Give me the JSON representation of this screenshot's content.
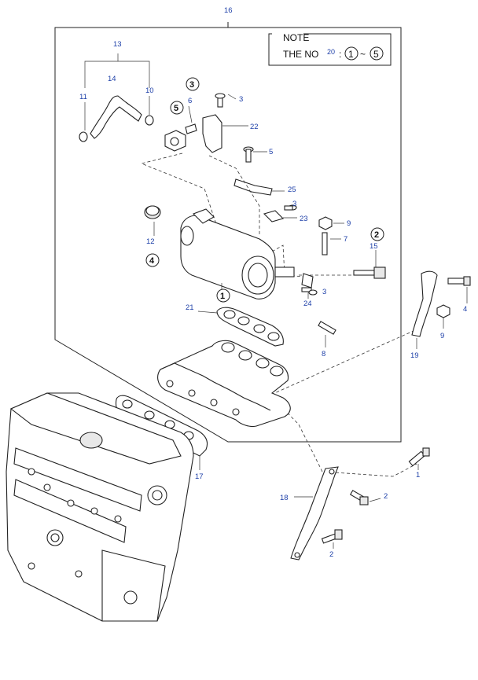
{
  "note": {
    "title": "NOTE",
    "line_prefix": "THE NO",
    "line_small": "20",
    "line_colon": ":",
    "range_start": "1",
    "range_sep": "~",
    "range_end": "5"
  },
  "callouts": [
    {
      "id": "c16",
      "text": "16"
    },
    {
      "id": "c13",
      "text": "13"
    },
    {
      "id": "c14",
      "text": "14"
    },
    {
      "id": "c11",
      "text": "11"
    },
    {
      "id": "c10",
      "text": "10"
    },
    {
      "id": "c6",
      "text": "6"
    },
    {
      "id": "c3a",
      "text": "3"
    },
    {
      "id": "c22",
      "text": "22"
    },
    {
      "id": "c5",
      "text": "5"
    },
    {
      "id": "c25",
      "text": "25"
    },
    {
      "id": "c3b",
      "text": "3"
    },
    {
      "id": "c23",
      "text": "23"
    },
    {
      "id": "c9a",
      "text": "9"
    },
    {
      "id": "c7",
      "text": "7"
    },
    {
      "id": "c15",
      "text": "15"
    },
    {
      "id": "c12",
      "text": "12"
    },
    {
      "id": "c3c",
      "text": "3"
    },
    {
      "id": "c24",
      "text": "24"
    },
    {
      "id": "c4",
      "text": "4"
    },
    {
      "id": "c9b",
      "text": "9"
    },
    {
      "id": "c21",
      "text": "21"
    },
    {
      "id": "c8",
      "text": "8"
    },
    {
      "id": "c19",
      "text": "19"
    },
    {
      "id": "c17",
      "text": "17"
    },
    {
      "id": "c1",
      "text": "1"
    },
    {
      "id": "c18",
      "text": "18"
    },
    {
      "id": "c2a",
      "text": "2"
    },
    {
      "id": "c2b",
      "text": "2"
    }
  ],
  "circled": [
    {
      "id": "k3",
      "text": "3"
    },
    {
      "id": "k5",
      "text": "5"
    },
    {
      "id": "k2",
      "text": "2"
    },
    {
      "id": "k4",
      "text": "4"
    },
    {
      "id": "k1",
      "text": "1"
    }
  ]
}
